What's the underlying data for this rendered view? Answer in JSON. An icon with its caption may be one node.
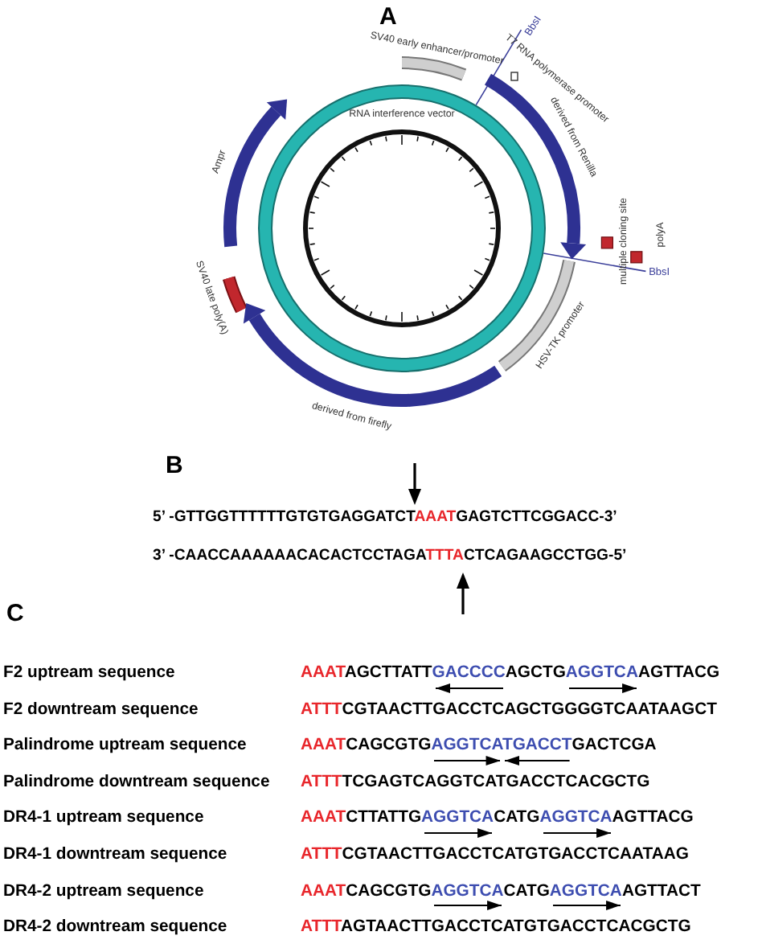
{
  "diagram": {
    "nodes": [
      {
        "text": [
          "BbsI"
        ]
      },
      {
        "text": [
          "T7 RNA polymerase promoter"
        ]
      },
      {
        "text": [
          "SV40 early enhancer/promoter"
        ]
      },
      {
        "text": [
          "Ampr"
        ]
      },
      {
        "text": [
          "derived from Renilla"
        ]
      },
      {
        "text": [
          "multiple cloning site"
        ]
      },
      {
        "text": [
          "polyA"
        ]
      },
      {
        "text": [
          "BbsI"
        ]
      },
      {
        "text": [
          "SV40 late poly(A)"
        ]
      },
      {
        "text": [
          "HSV-TK promoter"
        ]
      },
      {
        "text": [
          "RNA interference vector"
        ]
      },
      {
        "text": [
          "derived from firefly"
        ]
      }
    ],
    "edges": [
      {
        "from": 0,
        "to": 10,
        "arrow": "none"
      },
      {
        "from": 7,
        "to": 10,
        "arrow": "none"
      }
    ],
    "labels": [
      "A",
      "B",
      "5’ -GTTGGTTTTTTGTGTGAGGATCTAAATGAGTCTTCGGACC-3’",
      "3’ -CAACCAAAAAACACACTCCTAGATTTACTCAGAAGCCTGG-5’",
      "C",
      "F2 uptream sequence",
      "AAATAGCTTATTGACCCCAGCTGAGGTCAAGTTACG",
      "F2 downtream sequence",
      "ATTTCGTAACTTGACCTCAGCTGGGGTCAATAAGCT",
      "Palindrome uptream sequence",
      "AAATCAGCGTGAGGTCATGACCTGACTCGA",
      "Palindrome downtream sequence",
      "ATTTTCGAGTCAGGTCATGACCTCACGCTG",
      "DR4-1 uptream sequence",
      "AAATCTTATTGAGGTCACATGAGGTCAAGTTACG",
      "DR4-1 downtream sequence",
      "ATTTCGTAACTTGACCTCATGTGACCTCAATAAG",
      "DR4-2 uptream sequence",
      "AAATCAGCGTGAGGTCACATGAGGTCAAGTTACT",
      "DR4-2 downtream sequence",
      "ATTTAGTAACTTGACCTCATGTGACCTCACGCTG"
    ]
  }
}
